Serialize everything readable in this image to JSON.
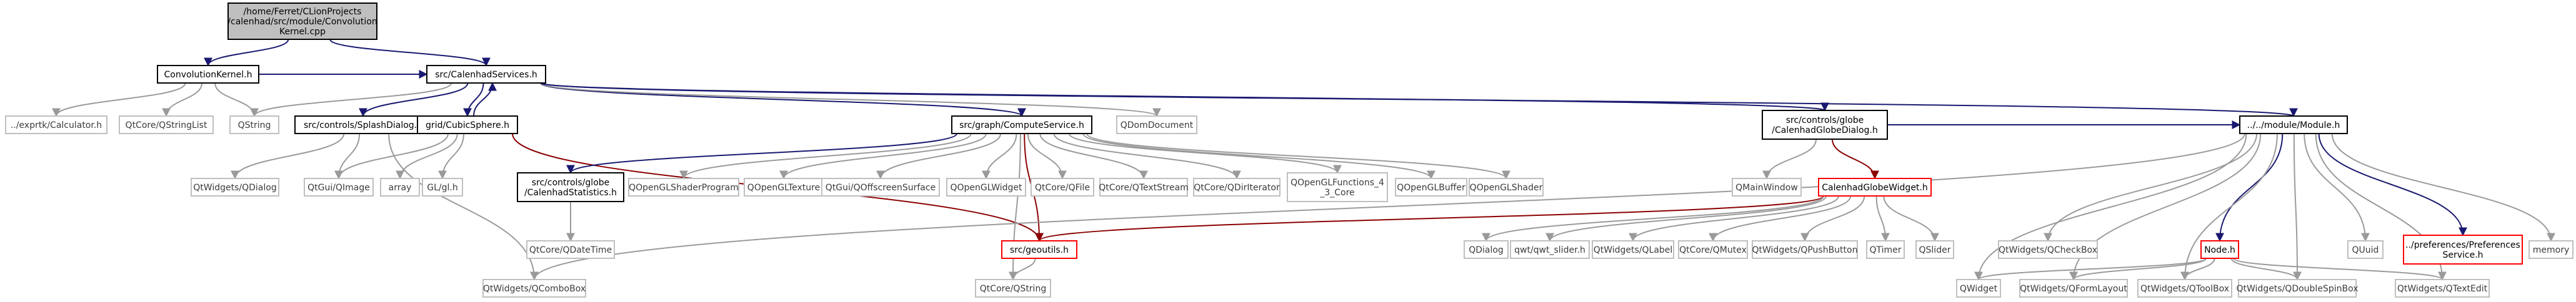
{
  "colors": {
    "root_fill": "#bfbfbf",
    "root_stroke": "#000000",
    "node_stroke": "#000000",
    "external_stroke": "#bfbfbf",
    "truncated_stroke": "#ff0000",
    "text": "#000000",
    "external_text": "#3b3b3b",
    "edge_main": "#191970",
    "edge_gray": "#9a9a9a",
    "edge_red": "#8b0000"
  },
  "nodes": [
    {
      "id": "root",
      "kind": "root",
      "lines": [
        "/home/Ferret/CLionProjects",
        "/calenhad/src/module/Convolution",
        "Kernel.cpp"
      ]
    },
    {
      "id": "convkernel",
      "kind": "normal",
      "lines": [
        "ConvolutionKernel.h"
      ]
    },
    {
      "id": "calenhadservices",
      "kind": "normal",
      "lines": [
        "src/CalenhadServices.h"
      ]
    },
    {
      "id": "calculator",
      "kind": "external",
      "lines": [
        "../exprtk/Calculator.h"
      ]
    },
    {
      "id": "qstringlist",
      "kind": "external",
      "lines": [
        "QtCore/QStringList"
      ]
    },
    {
      "id": "qstring",
      "kind": "external",
      "lines": [
        "QString"
      ]
    },
    {
      "id": "splashdialog",
      "kind": "normal",
      "lines": [
        "src/controls/SplashDialog.h"
      ]
    },
    {
      "id": "cubicsphere",
      "kind": "normal",
      "lines": [
        "grid/CubicSphere.h"
      ]
    },
    {
      "id": "computeservice",
      "kind": "normal",
      "lines": [
        "src/graph/ComputeService.h"
      ]
    },
    {
      "id": "qdomdocument",
      "kind": "external",
      "lines": [
        "QDomDocument"
      ]
    },
    {
      "id": "globedialog",
      "kind": "normal",
      "lines": [
        "src/controls/globe",
        "/CalenhadGlobeDialog.h"
      ]
    },
    {
      "id": "moduleh",
      "kind": "normal",
      "lines": [
        "../../module/Module.h"
      ]
    },
    {
      "id": "qdialog_w",
      "kind": "external",
      "lines": [
        "QtWidgets/QDialog"
      ]
    },
    {
      "id": "qimage",
      "kind": "external",
      "lines": [
        "QtGui/QImage"
      ]
    },
    {
      "id": "array",
      "kind": "external",
      "lines": [
        "array"
      ]
    },
    {
      "id": "glglh",
      "kind": "external",
      "lines": [
        "GL/gl.h"
      ]
    },
    {
      "id": "statistics",
      "kind": "normal",
      "lines": [
        "src/controls/globe",
        "/CalenhadStatistics.h"
      ]
    },
    {
      "id": "glshaderprogram",
      "kind": "external",
      "lines": [
        "QOpenGLShaderProgram"
      ]
    },
    {
      "id": "gltexture",
      "kind": "external",
      "lines": [
        "QOpenGLTexture"
      ]
    },
    {
      "id": "offscreen",
      "kind": "external",
      "lines": [
        "QtGui/QOffscreenSurface"
      ]
    },
    {
      "id": "glwidget",
      "kind": "external",
      "lines": [
        "QOpenGLWidget"
      ]
    },
    {
      "id": "qfile",
      "kind": "external",
      "lines": [
        "QtCore/QFile"
      ]
    },
    {
      "id": "qtextstream",
      "kind": "external",
      "lines": [
        "QtCore/QTextStream"
      ]
    },
    {
      "id": "qdiriterator",
      "kind": "external",
      "lines": [
        "QtCore/QDirIterator"
      ]
    },
    {
      "id": "glfunctions",
      "kind": "external",
      "lines": [
        "QOpenGLFunctions_4",
        "_3_Core"
      ]
    },
    {
      "id": "glbuffer",
      "kind": "external",
      "lines": [
        "QOpenGLBuffer"
      ]
    },
    {
      "id": "glshader",
      "kind": "external",
      "lines": [
        "QOpenGLShader"
      ]
    },
    {
      "id": "qmainwindow",
      "kind": "external",
      "lines": [
        "QMainWindow"
      ]
    },
    {
      "id": "globewidget",
      "kind": "truncated",
      "lines": [
        "CalenhadGlobeWidget.h"
      ]
    },
    {
      "id": "qdatetime",
      "kind": "external",
      "lines": [
        "QtCore/QDateTime"
      ]
    },
    {
      "id": "geoutils",
      "kind": "truncated",
      "lines": [
        "src/geoutils.h"
      ]
    },
    {
      "id": "qdialog2",
      "kind": "external",
      "lines": [
        "QDialog"
      ]
    },
    {
      "id": "qwtslider",
      "kind": "external",
      "lines": [
        "qwt/qwt_slider.h"
      ]
    },
    {
      "id": "qlabel",
      "kind": "external",
      "lines": [
        "QtWidgets/QLabel"
      ]
    },
    {
      "id": "qmutex",
      "kind": "external",
      "lines": [
        "QtCore/QMutex"
      ]
    },
    {
      "id": "qpushbutton",
      "kind": "external",
      "lines": [
        "QtWidgets/QPushButton"
      ]
    },
    {
      "id": "qtimer",
      "kind": "external",
      "lines": [
        "QTimer"
      ]
    },
    {
      "id": "qslider",
      "kind": "external",
      "lines": [
        "QSlider"
      ]
    },
    {
      "id": "qcheckbox",
      "kind": "external",
      "lines": [
        "QtWidgets/QCheckBox"
      ]
    },
    {
      "id": "nodeh",
      "kind": "truncated",
      "lines": [
        "Node.h"
      ]
    },
    {
      "id": "quuid",
      "kind": "external",
      "lines": [
        "QUuid"
      ]
    },
    {
      "id": "prefservice",
      "kind": "truncated",
      "lines": [
        "../preferences/Preferences",
        "Service.h"
      ]
    },
    {
      "id": "memory",
      "kind": "external",
      "lines": [
        "memory"
      ]
    },
    {
      "id": "qcombobox",
      "kind": "external",
      "lines": [
        "QtWidgets/QComboBox"
      ]
    },
    {
      "id": "qtcorestring",
      "kind": "external",
      "lines": [
        "QtCore/QString"
      ]
    },
    {
      "id": "qwidget",
      "kind": "external",
      "lines": [
        "QWidget"
      ]
    },
    {
      "id": "qformlayout",
      "kind": "external",
      "lines": [
        "QtWidgets/QFormLayout"
      ]
    },
    {
      "id": "qtoolbox",
      "kind": "external",
      "lines": [
        "QtWidgets/QToolBox"
      ]
    },
    {
      "id": "qdoublespinbox",
      "kind": "external",
      "lines": [
        "QtWidgets/QDoubleSpinBox"
      ]
    },
    {
      "id": "qtextedit",
      "kind": "external",
      "lines": [
        "QtWidgets/QTextEdit"
      ]
    }
  ],
  "edges": [
    [
      "root",
      "convkernel"
    ],
    [
      "root",
      "calenhadservices"
    ],
    [
      "convkernel",
      "calculator"
    ],
    [
      "convkernel",
      "qstringlist"
    ],
    [
      "convkernel",
      "qstring"
    ],
    [
      "convkernel",
      "calenhadservices"
    ],
    [
      "calenhadservices",
      "qstring"
    ],
    [
      "calenhadservices",
      "splashdialog"
    ],
    [
      "calenhadservices",
      "cubicsphere"
    ],
    [
      "calenhadservices",
      "computeservice"
    ],
    [
      "calenhadservices",
      "qdomdocument"
    ],
    [
      "calenhadservices",
      "globedialog"
    ],
    [
      "calenhadservices",
      "moduleh"
    ],
    [
      "splashdialog",
      "qdialog_w"
    ],
    [
      "splashdialog",
      "qimage"
    ],
    [
      "splashdialog",
      "qcombobox"
    ],
    [
      "cubicsphere",
      "calenhadservices"
    ],
    [
      "cubicsphere",
      "qimage"
    ],
    [
      "cubicsphere",
      "array"
    ],
    [
      "cubicsphere",
      "glglh"
    ],
    [
      "cubicsphere",
      "geoutils"
    ],
    [
      "computeservice",
      "statistics"
    ],
    [
      "computeservice",
      "glshaderprogram"
    ],
    [
      "computeservice",
      "gltexture"
    ],
    [
      "computeservice",
      "offscreen"
    ],
    [
      "computeservice",
      "glwidget"
    ],
    [
      "computeservice",
      "qfile"
    ],
    [
      "computeservice",
      "qtextstream"
    ],
    [
      "computeservice",
      "qdiriterator"
    ],
    [
      "computeservice",
      "glfunctions"
    ],
    [
      "computeservice",
      "glbuffer"
    ],
    [
      "computeservice",
      "glshader"
    ],
    [
      "computeservice",
      "qtcorestring"
    ],
    [
      "computeservice",
      "geoutils"
    ],
    [
      "statistics",
      "qdatetime"
    ],
    [
      "globedialog",
      "qmainwindow"
    ],
    [
      "globedialog",
      "globewidget"
    ],
    [
      "globedialog",
      "moduleh"
    ],
    [
      "globewidget",
      "geoutils"
    ],
    [
      "globewidget",
      "qdialog2"
    ],
    [
      "globewidget",
      "qwtslider"
    ],
    [
      "globewidget",
      "qlabel"
    ],
    [
      "globewidget",
      "qmutex"
    ],
    [
      "globewidget",
      "qpushbutton"
    ],
    [
      "globewidget",
      "qtimer"
    ],
    [
      "globewidget",
      "qslider"
    ],
    [
      "geoutils",
      "qtcorestring"
    ],
    [
      "moduleh",
      "qcheckbox"
    ],
    [
      "moduleh",
      "nodeh"
    ],
    [
      "moduleh",
      "quuid"
    ],
    [
      "moduleh",
      "prefservice"
    ],
    [
      "moduleh",
      "memory"
    ],
    [
      "moduleh",
      "qwidget"
    ],
    [
      "moduleh",
      "qformlayout"
    ],
    [
      "moduleh",
      "qtoolbox"
    ],
    [
      "moduleh",
      "qdoublespinbox"
    ],
    [
      "moduleh",
      "qtextedit"
    ],
    [
      "moduleh",
      "qcombobox"
    ],
    [
      "nodeh",
      "qwidget"
    ],
    [
      "nodeh",
      "qformlayout"
    ],
    [
      "nodeh",
      "qtoolbox"
    ],
    [
      "nodeh",
      "qdoublespinbox"
    ],
    [
      "nodeh",
      "qtextedit"
    ]
  ],
  "red_edges": [
    [
      "cubicsphere",
      "geoutils"
    ],
    [
      "computeservice",
      "geoutils"
    ],
    [
      "globewidget",
      "geoutils"
    ],
    [
      "globedialog",
      "globewidget"
    ]
  ]
}
